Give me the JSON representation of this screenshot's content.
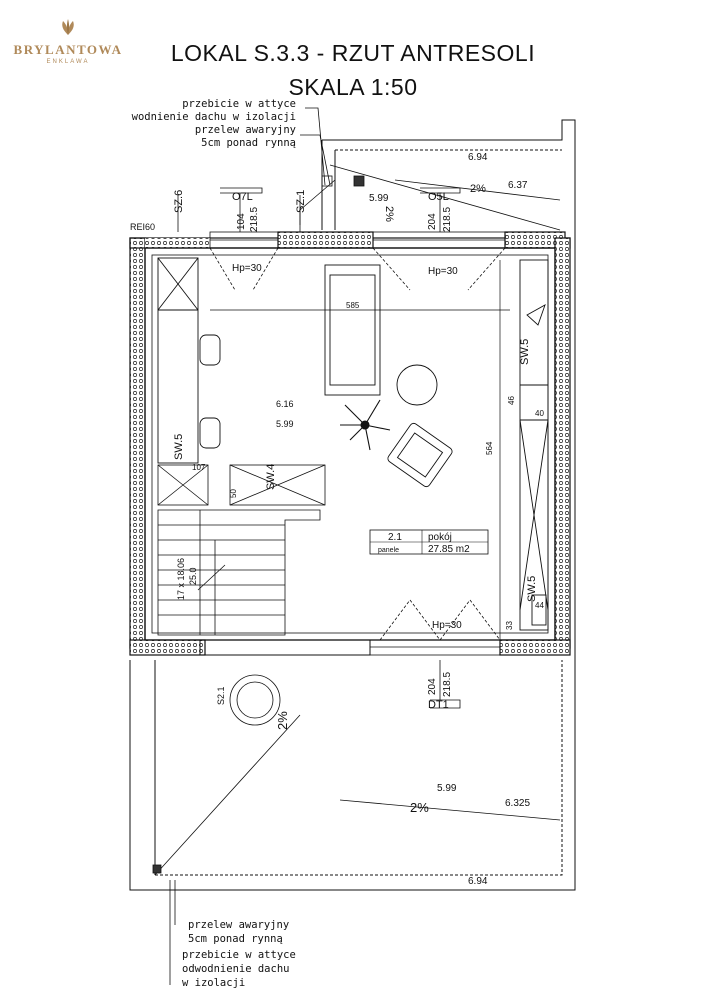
{
  "logo": {
    "name": "BRYLANTOWA",
    "sub": "ENKLAWA",
    "color": "#b08a5a"
  },
  "title": {
    "line1": "LOKAL S.3.3 - RZUT ANTRESOLI",
    "line2": "SKALA 1:50"
  },
  "notes_top": [
    "przebicie w attyce",
    "wodnienie dachu w izolacji",
    "przelew awaryjny",
    "5cm ponad rynną"
  ],
  "notes_bottom": [
    "przelew awaryjny",
    "5cm ponad rynną",
    "przebicie w attyce",
    "odwodnienie dachu",
    "w izolacji"
  ],
  "labels": {
    "sz6": "SZ.6",
    "sz1": "SZ.1",
    "o7l": "O7L",
    "o5l": "O5L",
    "dt1": "DT1",
    "rei": "REI60",
    "d104": "104",
    "d2185a": "218.5",
    "d204a": "204",
    "d2185b": "218.5",
    "d204c": "204",
    "d2185c": "218.5",
    "hp1": "Hp=30",
    "hp2": "Hp=30",
    "hp3": "Hp=30",
    "lvl_694_top": "6.94",
    "lvl_637": "6.37",
    "lvl_599_top": "5.99",
    "lvl_616": "6.16",
    "lvl_599_in": "5.99",
    "lvl_599_terr": "5.99",
    "lvl_6325": "6.325",
    "lvl_694_bot": "6.94",
    "slope1": "2%",
    "slope2": "2%",
    "slope3": "2%",
    "slope4": "2%",
    "sw5_left": "SW.5",
    "sw4": "SW.4",
    "sw5_right_top": "SW.5",
    "sw5_right_bot": "SW.5",
    "d585": "585",
    "d564": "564",
    "d107": "107",
    "d50": "50",
    "d46": "46",
    "d40": "40",
    "d44": "44",
    "d33": "33",
    "stairs": "17 x 18.06",
    "stairs2": "25.0",
    "s27": "S2.1"
  },
  "room": {
    "num": "2.1",
    "name": "pokój",
    "floor": "panele",
    "area": "27.85 m2"
  }
}
